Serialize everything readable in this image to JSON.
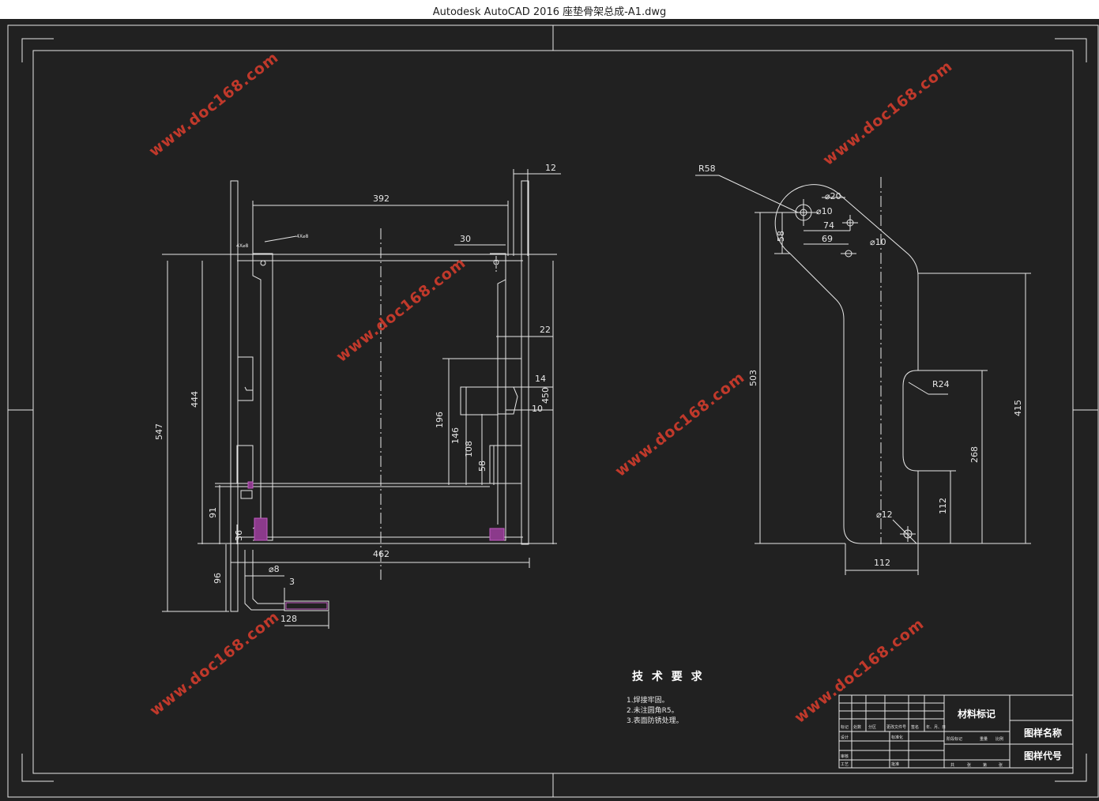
{
  "window": {
    "title": "Autodesk AutoCAD 2016     座垫骨架总成-A1.dwg"
  },
  "watermark": "www.doc168.com",
  "colors": {
    "background": "#212121",
    "line": "#e6e6e6",
    "watermark": "#c0392b",
    "highlight": "#8b3a8b"
  },
  "front_view": {
    "dims": {
      "w392": "392",
      "w12": "12",
      "w30": "30",
      "w22": "22",
      "w14": "14",
      "w10": "10",
      "h450": "450",
      "h196": "196",
      "h146": "146",
      "h108": "108",
      "h58": "58",
      "h547": "547",
      "h444": "444",
      "h91": "91",
      "h36": "36",
      "h96": "96",
      "w462": "462",
      "d8": "⌀8",
      "w3": "3",
      "w128": "128",
      "note_small": "4X⌀8",
      "note_small2": "4X⌀8"
    }
  },
  "side_view": {
    "dims": {
      "r58": "R58",
      "d20": "⌀20",
      "d10a": "⌀10",
      "w74": "74",
      "w69": "69",
      "d10b": "⌀10",
      "h58": "58",
      "h503": "503",
      "r24": "R24",
      "h415": "415",
      "h268": "268",
      "h112": "112",
      "d12": "⌀12",
      "w112": "112"
    }
  },
  "tech_req": {
    "heading": "技 术 要 求",
    "items": [
      "1.焊接牢固。",
      "2.未注圆角R5。",
      "3.表面防锈处理。"
    ]
  },
  "title_block": {
    "material": "材料标记",
    "drawing_name": "图样名称",
    "drawing_code": "图样代号",
    "row_labels": [
      "标记",
      "处数",
      "分区",
      "更改文件号",
      "签名",
      "年、月、日"
    ],
    "col_labels": [
      "设计",
      "标准化",
      "审核",
      "工艺",
      "批准"
    ],
    "stage_labels": [
      "阶段标记",
      "重量",
      "比例"
    ],
    "sheet_labels": [
      "共",
      "张",
      "第",
      "张"
    ]
  }
}
